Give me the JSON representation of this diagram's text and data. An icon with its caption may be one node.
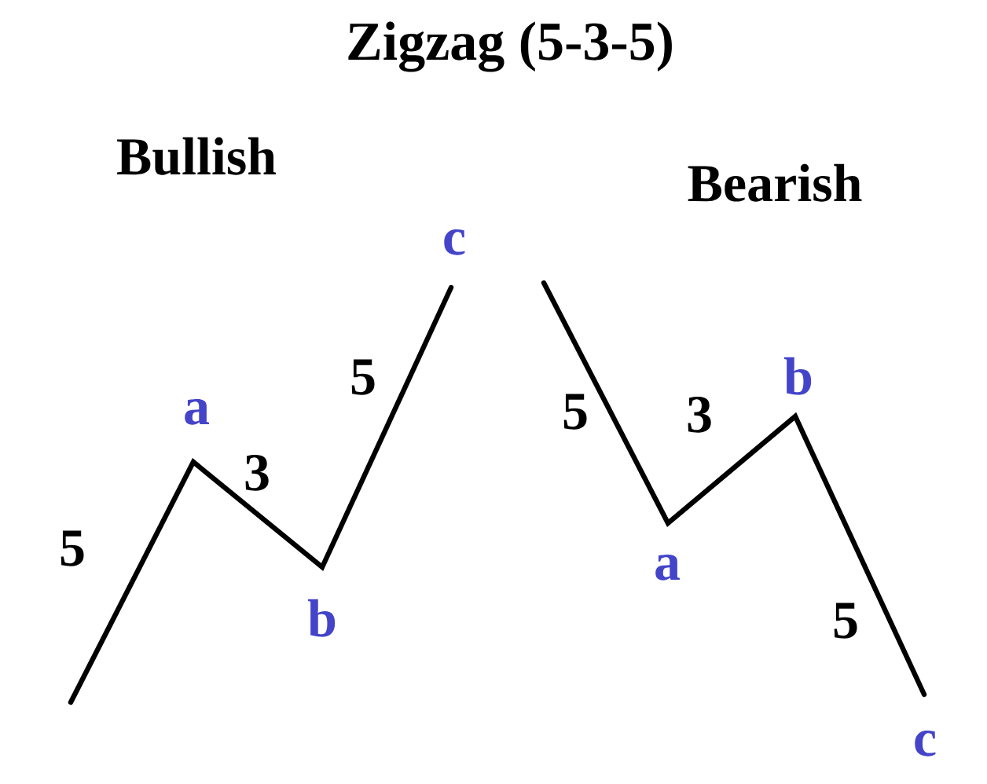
{
  "diagram": {
    "title": "Zigzag (5-3-5)",
    "labels": [
      "Bullish",
      "5",
      "a",
      "3",
      "b",
      "5",
      "c",
      "Bearish",
      "5",
      "a",
      "3",
      "b",
      "5",
      "c"
    ]
  }
}
